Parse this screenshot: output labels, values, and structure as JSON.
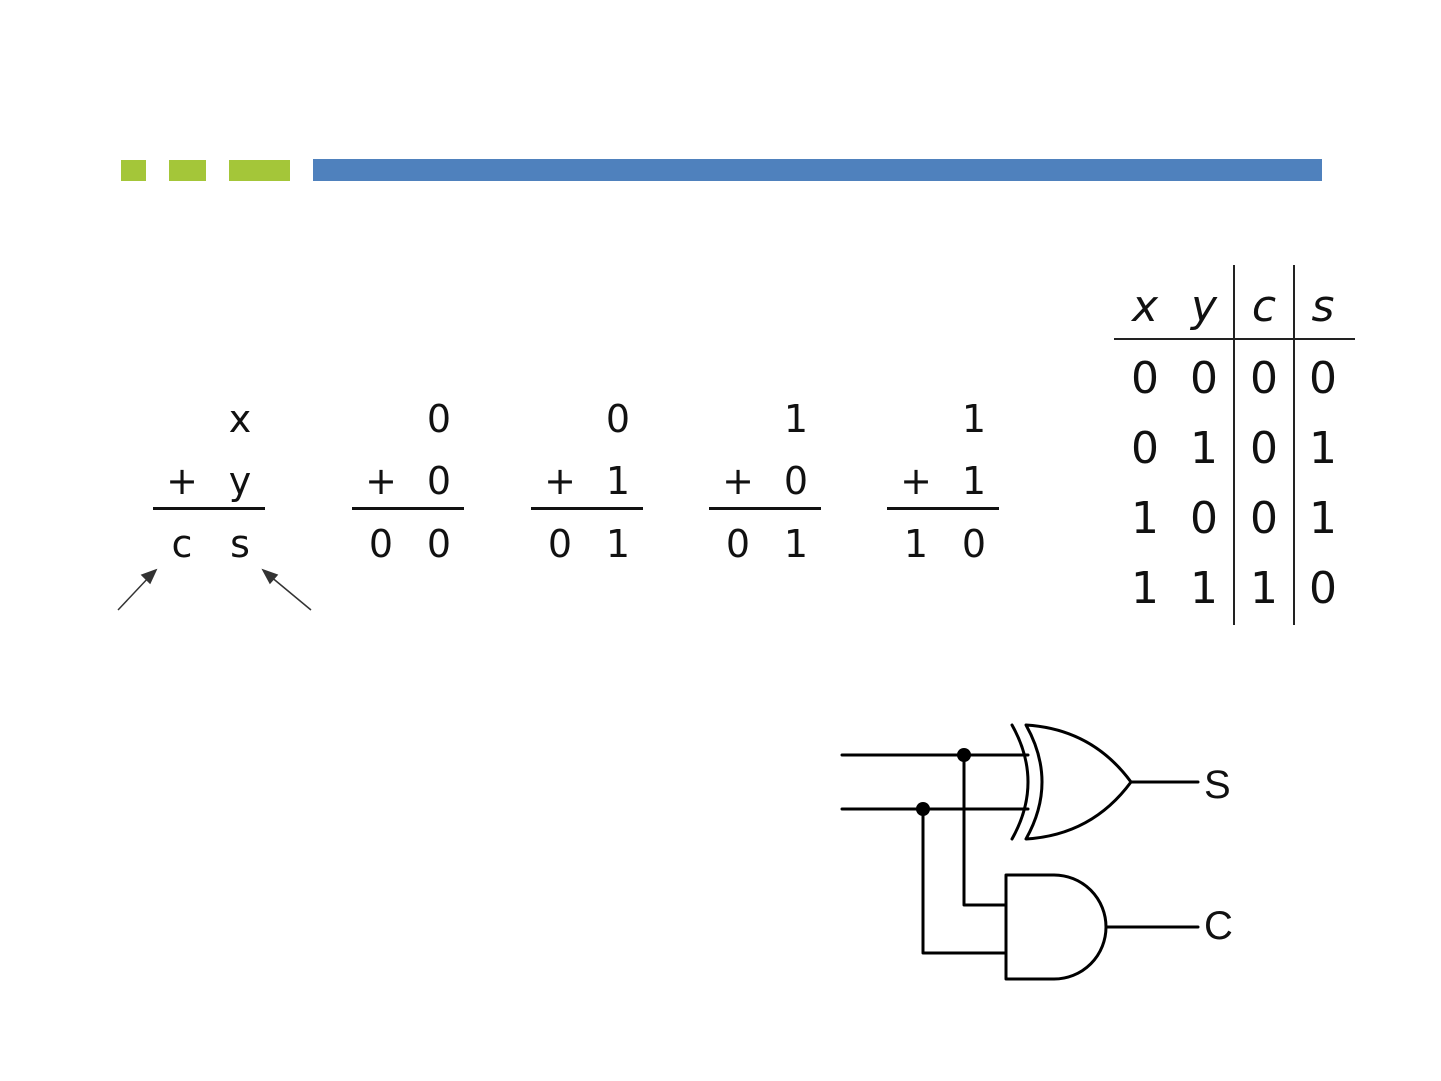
{
  "header": {
    "accent_squares_color": "#a4c639",
    "bar_color": "#4f81bd"
  },
  "column_addition": [
    {
      "top": "x",
      "op": "+",
      "addend": "y",
      "carry": "c",
      "sum": "s"
    },
    {
      "top": "0",
      "op": "+",
      "addend": "0",
      "carry": "0",
      "sum": "0"
    },
    {
      "top": "0",
      "op": "+",
      "addend": "1",
      "carry": "0",
      "sum": "1"
    },
    {
      "top": "1",
      "op": "+",
      "addend": "0",
      "carry": "0",
      "sum": "1"
    },
    {
      "top": "1",
      "op": "+",
      "addend": "1",
      "carry": "1",
      "sum": "0"
    }
  ],
  "truth_table": {
    "headers": [
      "x",
      "y",
      "c",
      "s"
    ],
    "rows": [
      [
        "0",
        "0",
        "0",
        "0"
      ],
      [
        "0",
        "1",
        "0",
        "1"
      ],
      [
        "1",
        "0",
        "0",
        "1"
      ],
      [
        "1",
        "1",
        "1",
        "0"
      ]
    ]
  },
  "circuit": {
    "gates": [
      "xor-gate",
      "and-gate"
    ],
    "outputs": {
      "sum_label": "S",
      "carry_label": "C"
    }
  }
}
